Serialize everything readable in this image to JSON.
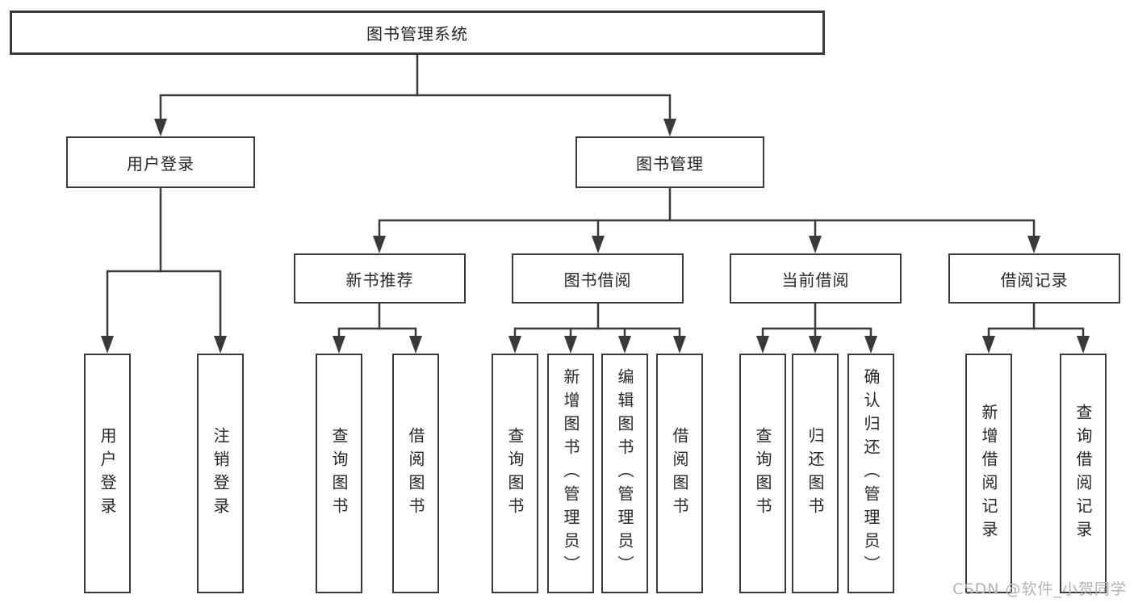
{
  "root": {
    "label": "图书管理系统"
  },
  "level2": [
    {
      "label": "用户登录"
    },
    {
      "label": "图书管理"
    }
  ],
  "level3": [
    {
      "label": "新书推荐",
      "parent": "图书管理"
    },
    {
      "label": "图书借阅",
      "parent": "图书管理"
    },
    {
      "label": "当前借阅",
      "parent": "图书管理"
    },
    {
      "label": "借阅记录",
      "parent": "图书管理"
    }
  ],
  "leaves": [
    {
      "label": "用户登录",
      "parent": "用户登录"
    },
    {
      "label": "注销登录",
      "parent": "用户登录"
    },
    {
      "label": "查询图书",
      "parent": "新书推荐"
    },
    {
      "label": "借阅图书",
      "parent": "新书推荐"
    },
    {
      "label": "查询图书",
      "parent": "图书借阅"
    },
    {
      "label": "新增图书（管理员）",
      "parent": "图书借阅"
    },
    {
      "label": "编辑图书（管理员）",
      "parent": "图书借阅"
    },
    {
      "label": "借阅图书",
      "parent": "图书借阅"
    },
    {
      "label": "查询图书",
      "parent": "当前借阅"
    },
    {
      "label": "归还图书",
      "parent": "当前借阅"
    },
    {
      "label": "确认归还（管理员）",
      "parent": "当前借阅"
    },
    {
      "label": "新增借阅记录",
      "parent": "借阅记录"
    },
    {
      "label": "查询借阅记录",
      "parent": "借阅记录"
    }
  ],
  "watermark": "CSDN @软件_小贺同学",
  "colors": {
    "line": "#3a3a3a",
    "text": "#262626",
    "box_background": "#ffffff",
    "watermark": "#b3b3b3",
    "background": "#ffffff"
  }
}
